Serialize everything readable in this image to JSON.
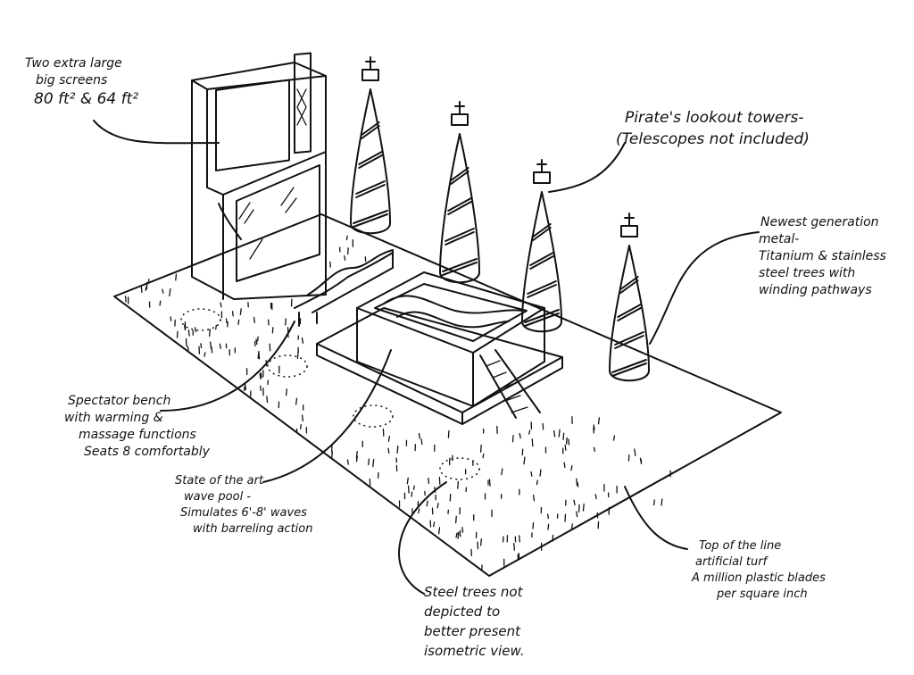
{
  "annotations": {
    "screens": [
      "Two extra large",
      "big screens",
      "80 ft² & 64 ft²"
    ],
    "towers": [
      "Pirate's lookout towers-",
      "(Telescopes not included)"
    ],
    "trees": [
      "Newest generation",
      "metal-",
      "Titanium & stainless",
      "steel trees with",
      "winding pathways"
    ],
    "bench": [
      "Spectator bench",
      "with warming &",
      "massage functions",
      "Seats 8 comfortably"
    ],
    "pool": [
      "State of the art",
      "wave pool -",
      "Simulates 6'-8' waves",
      "with barreling action"
    ],
    "turf": [
      "Top of the line",
      "artificial turf",
      "A million plastic blades",
      "per square inch"
    ],
    "note": [
      "Steel trees not",
      "depicted to",
      "better present",
      "isometric view."
    ]
  },
  "colors": {
    "ink": "#111111",
    "paper": "#ffffff"
  }
}
